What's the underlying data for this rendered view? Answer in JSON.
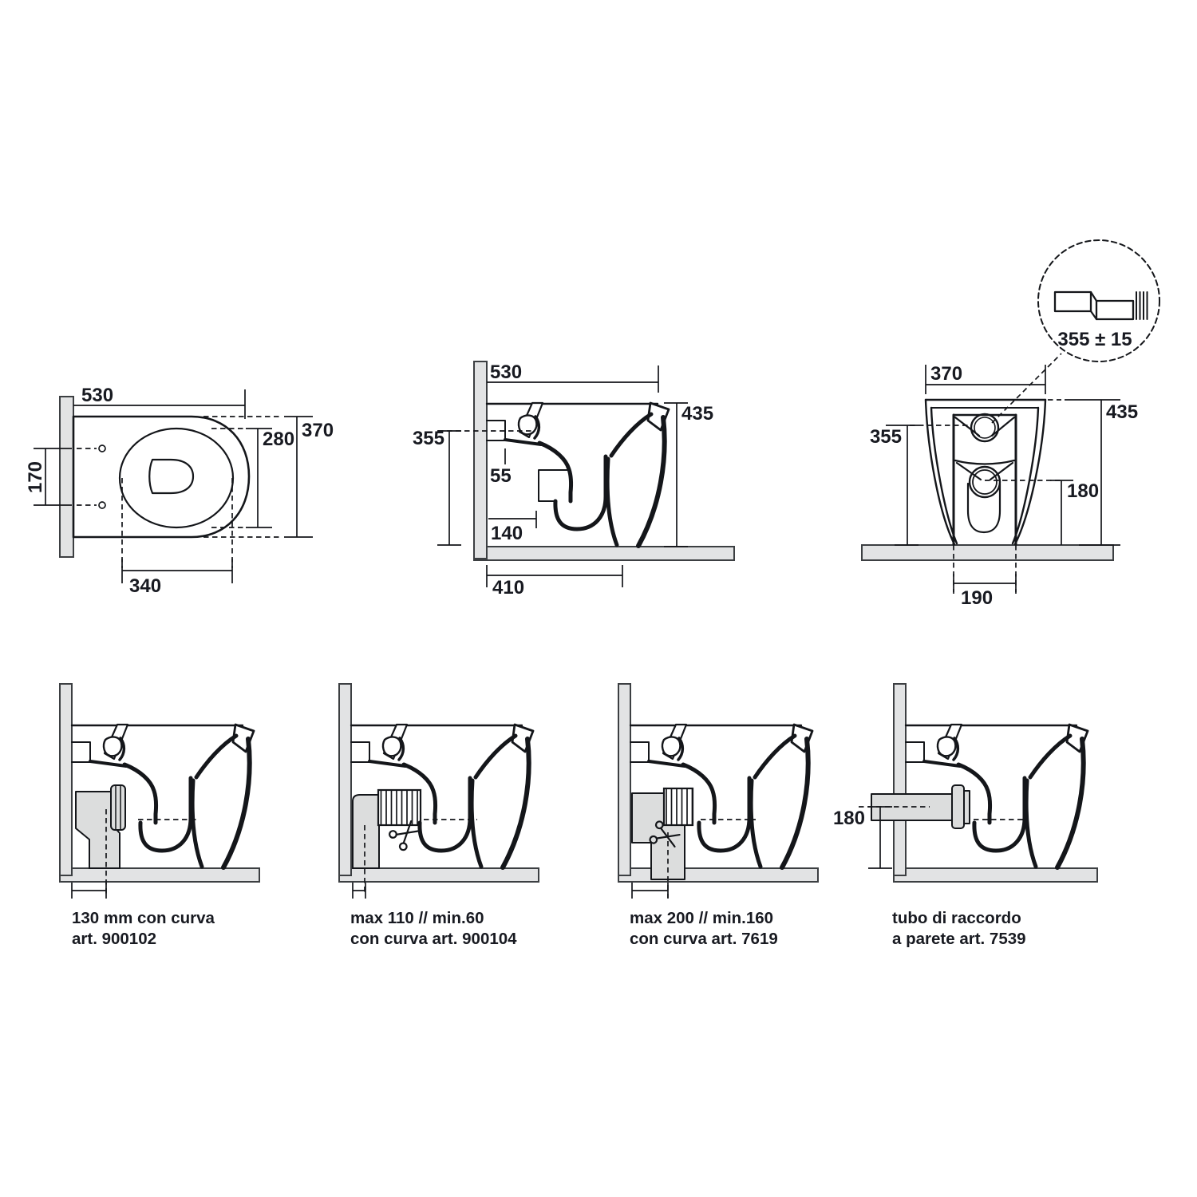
{
  "sheet": {
    "plan": {
      "width": "530",
      "depth": "370",
      "seat_depth": "280",
      "holes_spacing": "170",
      "seat_length": "340"
    },
    "side": {
      "width": "530",
      "height": "435",
      "outlet_height": "355",
      "outlet_offset": "55",
      "trap_height": "140",
      "base_depth": "410"
    },
    "front": {
      "width": "370",
      "height": "435",
      "outlet_height": "355",
      "drain_height": "180",
      "base_width": "190"
    },
    "detail": {
      "label": "355 ± 15"
    },
    "installations": [
      {
        "line1": "130 mm con curva",
        "line2": "art. 900102"
      },
      {
        "line1": "max 110 // min.60",
        "line2": "con curva art. 900104"
      },
      {
        "line1": "max 200 // min.160",
        "line2": "con curva art. 7619"
      },
      {
        "line1": "tubo di raccordo",
        "line2": "a parete art. 7539",
        "dim": "180"
      }
    ]
  }
}
